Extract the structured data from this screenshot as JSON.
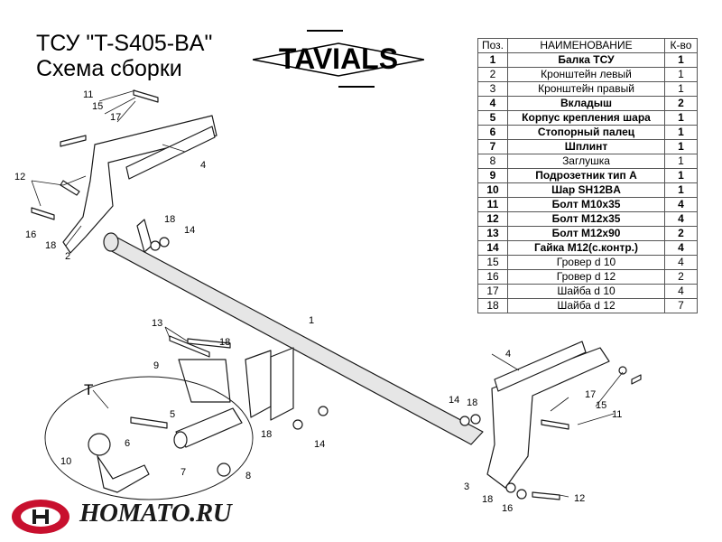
{
  "title": {
    "line1": "ТСУ  \"T-S405-BA\"",
    "line2": "Схема сборки"
  },
  "brand": {
    "logo_text": "TAVIALS"
  },
  "table": {
    "headers": [
      "Поз.",
      "НАИМЕНОВАНИЕ",
      "К-во"
    ],
    "rows": [
      {
        "pos": "1",
        "name": "Балка ТСУ",
        "qty": "1"
      },
      {
        "pos": "2",
        "name": "Кронштейн левый",
        "qty": "1"
      },
      {
        "pos": "3",
        "name": "Кронштейн правый",
        "qty": "1"
      },
      {
        "pos": "4",
        "name": "Вкладыш",
        "qty": "2"
      },
      {
        "pos": "5",
        "name": "Корпус крепления шара",
        "qty": "1"
      },
      {
        "pos": "6",
        "name": "Стопорный палец",
        "qty": "1"
      },
      {
        "pos": "7",
        "name": "Шплинт",
        "qty": "1"
      },
      {
        "pos": "8",
        "name": "Заглушка",
        "qty": "1"
      },
      {
        "pos": "9",
        "name": "Подрозетник тип А",
        "qty": "1"
      },
      {
        "pos": "10",
        "name": "Шар SH12BA",
        "qty": "1"
      },
      {
        "pos": "11",
        "name": "Болт М10х35",
        "qty": "4"
      },
      {
        "pos": "12",
        "name": "Болт М12х35",
        "qty": "4"
      },
      {
        "pos": "13",
        "name": "Болт М12х90",
        "qty": "2"
      },
      {
        "pos": "14",
        "name": "Гайка М12(с.контр.)",
        "qty": "4"
      },
      {
        "pos": "15",
        "name": "Гровер d 10",
        "qty": "4"
      },
      {
        "pos": "16",
        "name": "Гровер d 12",
        "qty": "2"
      },
      {
        "pos": "17",
        "name": "Шайба d 10",
        "qty": "4"
      },
      {
        "pos": "18",
        "name": "Шайба d 12",
        "qty": "7"
      }
    ]
  },
  "callouts": {
    "n1": "1",
    "n2": "2",
    "n3": "3",
    "n4a": "4",
    "n4b": "4",
    "n5": "5",
    "n6": "6",
    "n7": "7",
    "n8": "8",
    "n9": "9",
    "n10": "10",
    "n11a": "11",
    "n11b": "11",
    "n12a": "12",
    "n12b": "12",
    "n13": "13",
    "n14a": "14",
    "n14b": "14",
    "n14c": "14",
    "n15a": "15",
    "n15b": "15",
    "n16a": "16",
    "n16b": "16",
    "n17a": "17",
    "n17b": "17",
    "n18a": "18",
    "n18b": "18",
    "n18c": "18",
    "n18d": "18",
    "n18e": "18",
    "n18f": "18",
    "t": "T"
  },
  "footer": {
    "site": "HOMATO.RU"
  },
  "colors": {
    "line": "#1a1a1a",
    "fill": "#ffffff",
    "tube": "#e6e6e6",
    "logo_red": "#c8102e"
  }
}
